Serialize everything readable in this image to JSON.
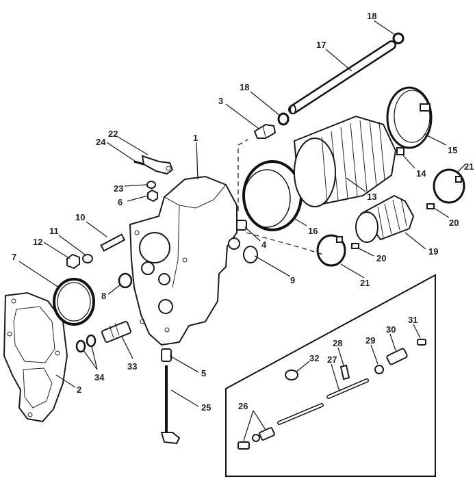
{
  "callouts": [
    "1",
    "2",
    "3",
    "4",
    "5",
    "6",
    "7",
    "8",
    "9",
    "10",
    "11",
    "12",
    "13",
    "14",
    "15",
    "16",
    "17",
    "18",
    "18",
    "19",
    "20",
    "20",
    "21",
    "21",
    "22",
    "23",
    "24",
    "25",
    "26",
    "27",
    "28",
    "29",
    "30",
    "31",
    "32",
    "33",
    "34"
  ]
}
